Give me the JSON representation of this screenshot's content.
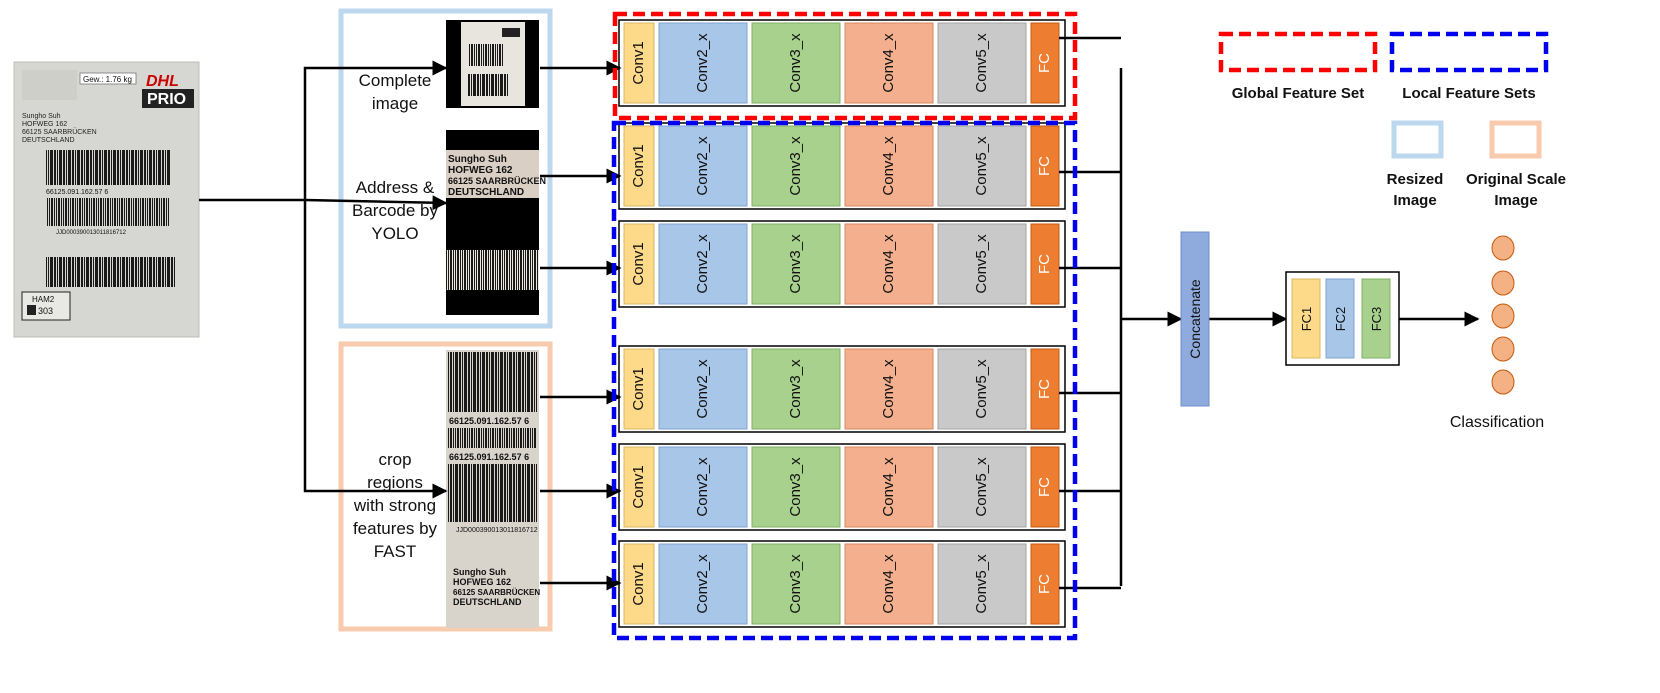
{
  "input_labels": {
    "complete": [
      "Complete",
      "image"
    ],
    "address": [
      "Address &",
      "Barcode by",
      "YOLO"
    ],
    "crop": [
      "crop",
      "regions",
      "with strong",
      "features by",
      "FAST"
    ]
  },
  "parcel": {
    "weight_tag": "Gew.: 1.76 kg",
    "carrier": "DHL",
    "service": "PRIO",
    "address_lines": [
      "Sungho Suh",
      "HOFWEG 162",
      "66125 SAARBRÜCKEN",
      "DEUTSCHLAND"
    ],
    "barcode_number": "66125.091.162.57 6",
    "tracking": "JJD000390013011816712",
    "station_code": [
      "HAM2",
      "303"
    ]
  },
  "network": {
    "blocks": [
      "Conv1",
      "Conv2_x",
      "Conv3_x",
      "Conv4_x",
      "Conv5_x",
      "FC"
    ],
    "concat_label": "Concatenate",
    "fc_head": [
      "FC1",
      "FC2",
      "FC3"
    ],
    "output_label": "Classification"
  },
  "legend": {
    "global": "Global Feature Set",
    "local": "Local Feature Sets",
    "resized": [
      "Resized",
      "Image"
    ],
    "original": [
      "Original Scale",
      "Image"
    ]
  },
  "colors": {
    "conv1": "#fdd98a",
    "conv2": "#a8c6e8",
    "conv3": "#a9d18e",
    "conv4": "#f4b08e",
    "conv5": "#c9c9c9",
    "fc": "#ed7d31",
    "global": "#ff0000",
    "local": "#0000ee",
    "resized": "#bdd7ee",
    "original": "#f8cbad",
    "concat": "#8faadc",
    "neuron": "#f4b183"
  }
}
